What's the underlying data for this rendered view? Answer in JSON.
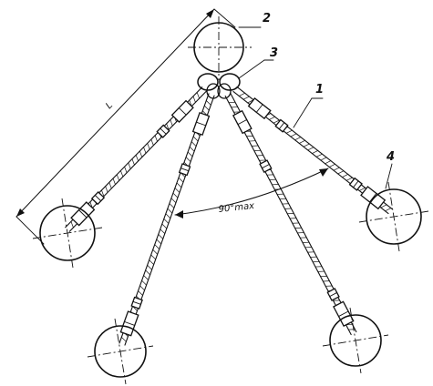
{
  "labels": {
    "l1": "1",
    "l2": "2",
    "l3": "3",
    "l4": "4",
    "length": "L",
    "angle": "90°max"
  }
}
